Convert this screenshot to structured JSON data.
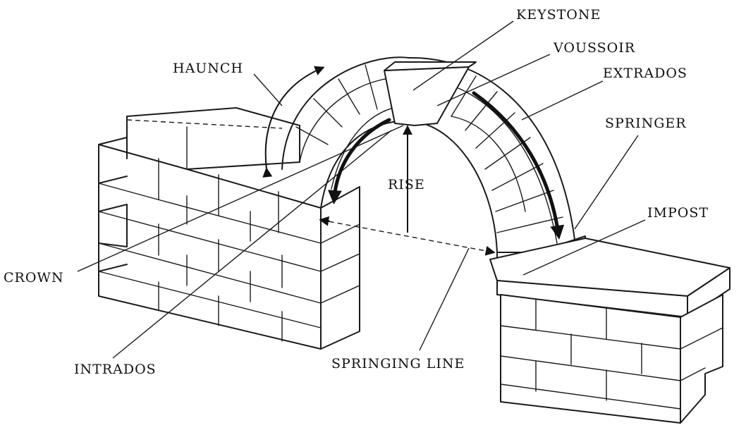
{
  "diagram": {
    "labels": {
      "keystone": "KEYSTONE",
      "voussoir": "VOUSSOIR",
      "haunch": "HAUNCH",
      "extrados": "EXTRADOS",
      "springer": "SPRINGER",
      "rise": "RISE",
      "impost": "IMPOST",
      "crown": "CROWN",
      "intrados": "INTRADOS",
      "springing_line": "SPRINGING LINE"
    }
  }
}
